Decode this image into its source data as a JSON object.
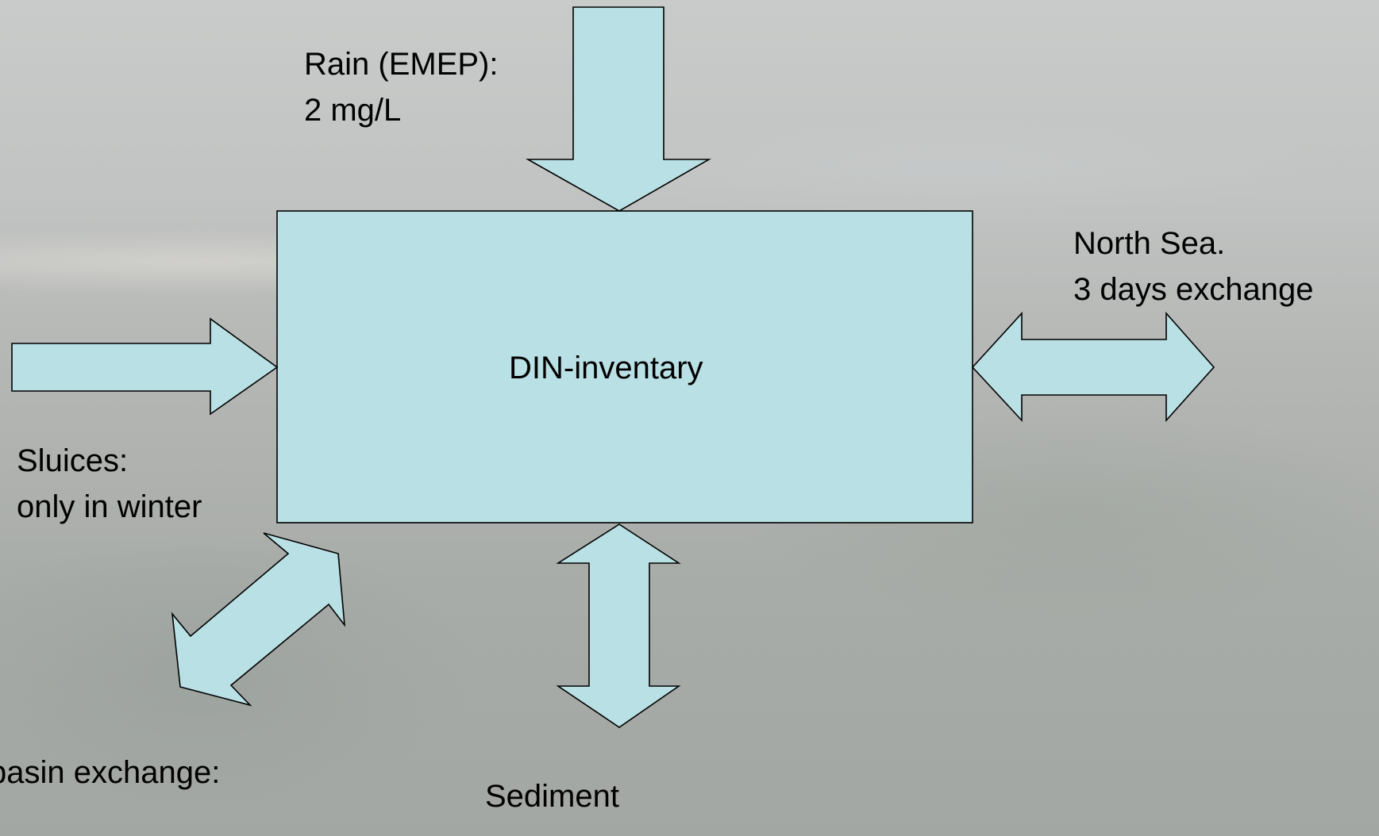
{
  "diagram": {
    "center": "DIN-inventary",
    "rain": "Rain (EMEP):\n2 mg/L",
    "north_sea": "North Sea.\n3 days exchange",
    "sluices": "Sluices:\nonly in winter",
    "basin": "basin exchange:",
    "sediment": "Sediment"
  },
  "colors": {
    "shape_fill": "#b9e0e4",
    "stroke": "#000000"
  }
}
